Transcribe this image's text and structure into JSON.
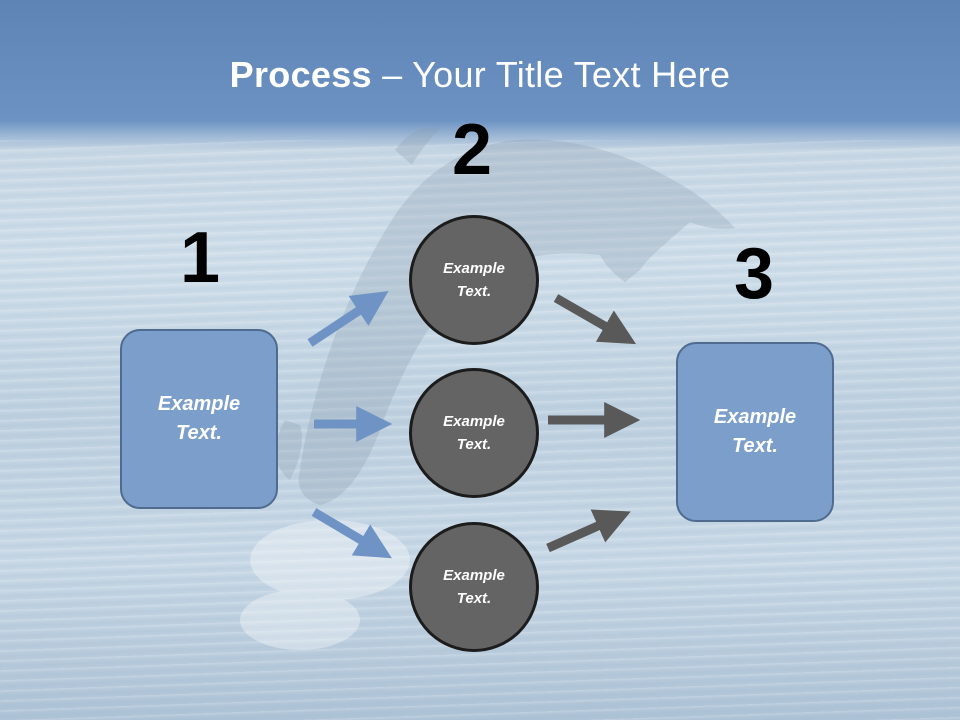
{
  "title": {
    "bold": "Process",
    "rest": " – Your Title Text Here"
  },
  "steps": {
    "one": "1",
    "two": "2",
    "three": "3"
  },
  "nodes": {
    "left_box": "Example\nText.",
    "circle_top": "Example\nText.",
    "circle_middle": "Example\nText.",
    "circle_bottom": "Example\nText.",
    "right_box": "Example\nText."
  },
  "colors": {
    "box_fill": "#7c9ecb",
    "box_border": "#4f6b8f",
    "circle_fill": "#646464",
    "circle_border": "#1c1c1c",
    "blue_arrow": "#6e93c4",
    "dark_arrow": "#595959",
    "header_band": "#6b92c2"
  }
}
